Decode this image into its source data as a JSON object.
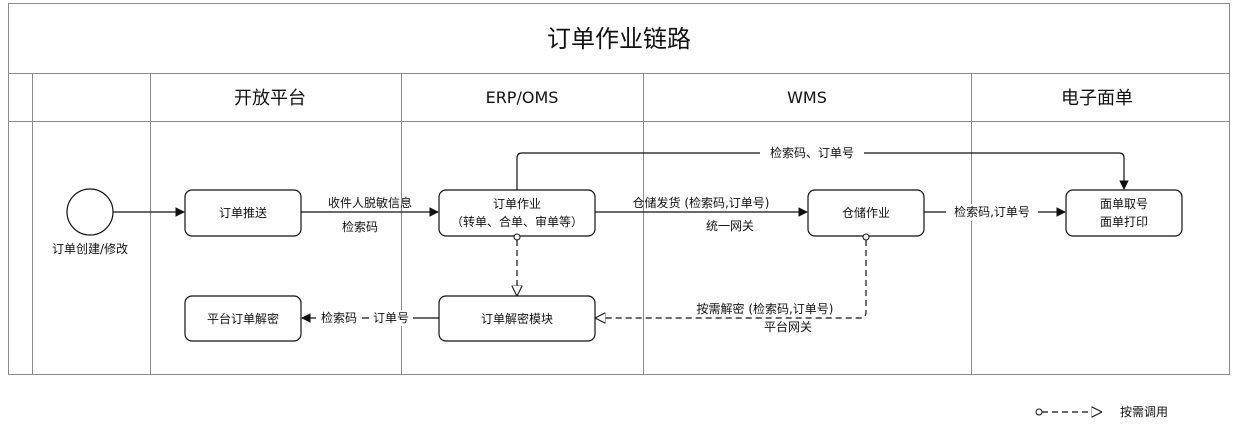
{
  "title": "订单作业链路",
  "lanes": [
    "开放平台",
    "ERP/OMS",
    "WMS",
    "电子面单"
  ],
  "start_label": "订单创建/修改",
  "nodes": {
    "order_push": "订单推送",
    "order_ops_line1": "订单作业",
    "order_ops_line2": "（转单、合单、审单等）",
    "warehouse_ops": "仓储作业",
    "waybill_line1": "面单取号",
    "waybill_line2": "面单打印",
    "platform_decrypt": "平台订单解密",
    "decrypt_module": "订单解密模块"
  },
  "edge_labels": {
    "top_link": "检索码、订单号",
    "push_line1": "收件人脱敏信息",
    "push_line2": "检索码",
    "ship_line1": "仓储发货 (检索码,订单号)",
    "ship_line2": "统一网关",
    "waybill_link": "检索码,订单号",
    "on_demand_line1": "按需解密 (检索码,订单号)",
    "on_demand_line2": "平台网关",
    "order_no": "订单号",
    "search_code": "检索码"
  },
  "legend": {
    "label": "按需调用"
  }
}
